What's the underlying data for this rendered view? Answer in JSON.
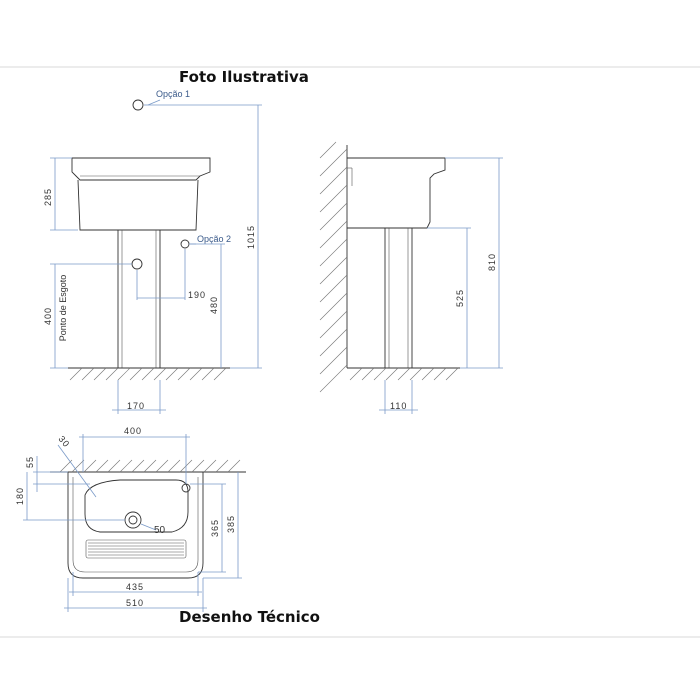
{
  "titles": {
    "top": "Foto Ilustrativa",
    "bottom": "Desenho Técnico"
  },
  "options": {
    "opt1": "Opção 1",
    "opt2": "Opção 2"
  },
  "front_view": {
    "h_tank": "285",
    "h_total": "1015",
    "h_drain": "400",
    "drain_label": "Ponto de Esgoto",
    "w_190": "190",
    "h_480": "480",
    "w_base": "170"
  },
  "side_view": {
    "h_total": "810",
    "h_525": "525",
    "w_base": "110"
  },
  "top_view": {
    "w_400": "400",
    "d_55": "55",
    "d_180": "180",
    "d_30": "30",
    "dia_50": "50",
    "h_365": "365",
    "h_385": "385",
    "w_435": "435",
    "w_510": "510"
  }
}
